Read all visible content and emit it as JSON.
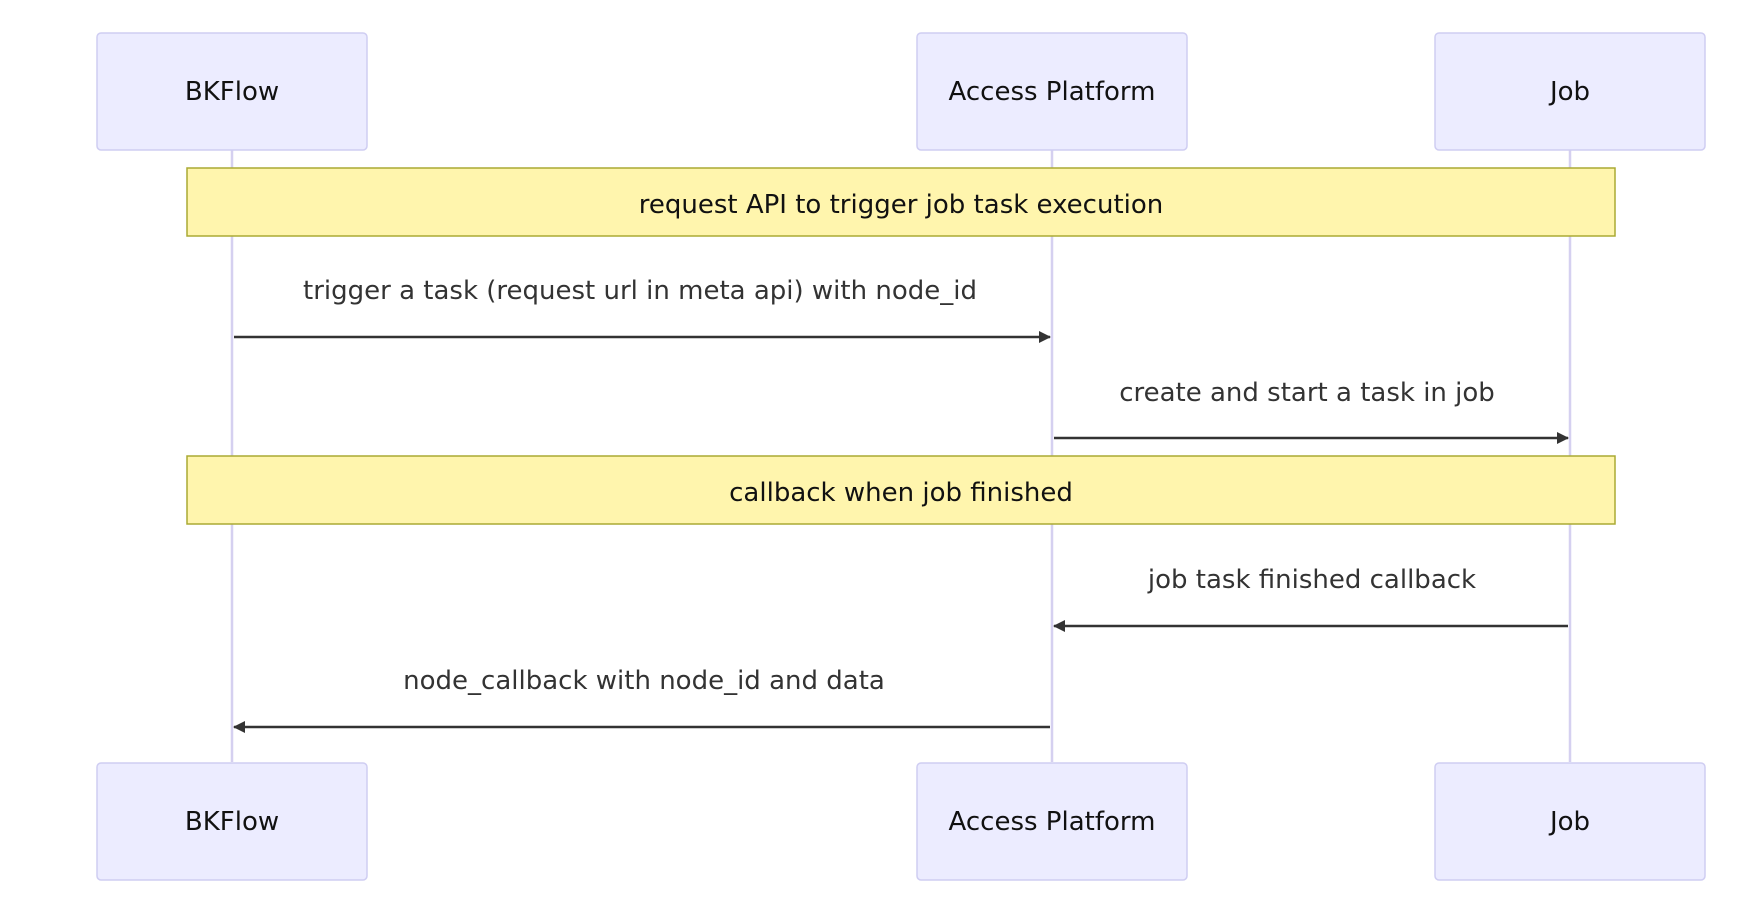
{
  "participants": {
    "bkflow": "BKFlow",
    "access_platform": "Access Platform",
    "job": "Job"
  },
  "notes": {
    "request_api": "request API to trigger job task execution",
    "callback_finished": "callback when job finished"
  },
  "messages": {
    "trigger_task": "trigger a task (request url in meta api) with node_id",
    "create_start": "create and start a task in job",
    "task_finished": "job task finished callback",
    "node_callback": "node_callback with node_id and data"
  },
  "colors": {
    "actor_fill": "#ececff",
    "actor_stroke": "#cfcdf2",
    "note_fill": "#fff5ad",
    "note_stroke": "#aaaa33",
    "message_line": "#333333"
  }
}
